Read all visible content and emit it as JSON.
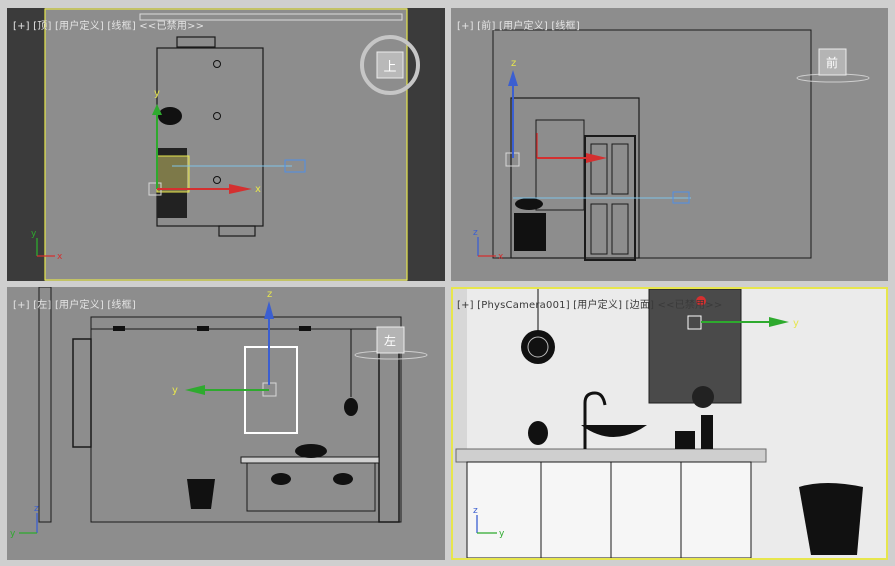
{
  "viewports": {
    "top": {
      "label": "[+] [顶] [用户定义] [线框] <<已禁用>>",
      "viewcube": "上",
      "axis_x": "x",
      "axis_y": "y",
      "gizmo_x": "x",
      "gizmo_y": "y"
    },
    "front": {
      "label": "[+] [前] [用户定义] [线框]",
      "viewcube": "前",
      "axis_x": "x",
      "axis_z": "z",
      "gizmo_z": "z"
    },
    "left": {
      "label": "[+] [左] [用户定义] [线框]",
      "viewcube": "左",
      "axis_y": "y",
      "axis_z": "z",
      "gizmo_y": "y",
      "gizmo_z": "z"
    },
    "camera": {
      "label": "[+] [PhysCamera001] [用户定义] [边面] <<已禁用>>",
      "axis_y": "y",
      "axis_z": "z",
      "gizmo_y": "y"
    }
  },
  "colors": {
    "viewport_bg": "#8d8d8d",
    "active_border": "#e7e64d",
    "axis_x": "#d43030",
    "axis_y": "#2eaa2e",
    "axis_z": "#3b5fd1"
  }
}
